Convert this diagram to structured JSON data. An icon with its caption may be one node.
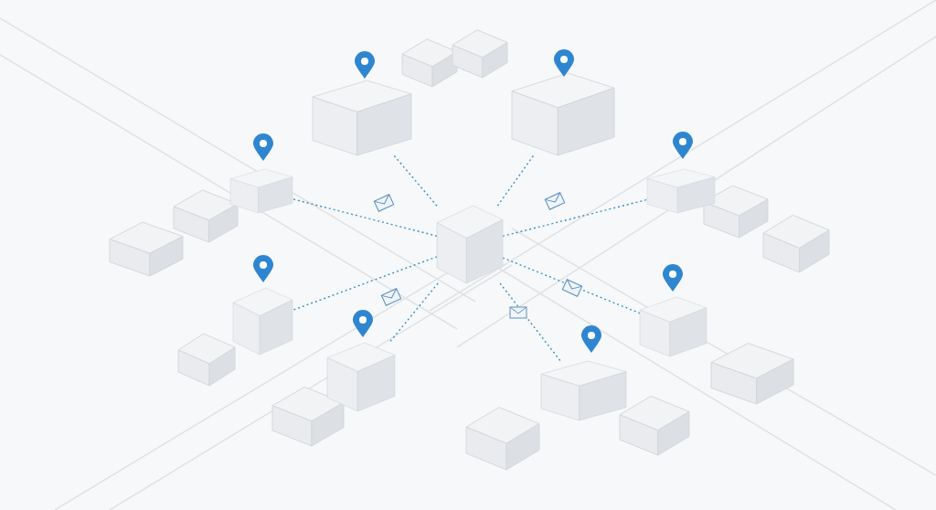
{
  "diagram": {
    "nodes": [
      {
        "text": [],
        "shape": "box"
      },
      {
        "text": [],
        "shape": "box"
      },
      {
        "text": [],
        "shape": "box"
      },
      {
        "text": [],
        "shape": "box"
      },
      {
        "text": [],
        "shape": "box"
      },
      {
        "text": [],
        "shape": "box"
      },
      {
        "text": [],
        "shape": "box"
      },
      {
        "text": [],
        "shape": "box"
      },
      {
        "text": [],
        "shape": "box"
      }
    ],
    "edges": [
      {
        "from": 4,
        "to": 0,
        "arrow": "none",
        "style": "dashed"
      },
      {
        "from": 4,
        "to": 1,
        "arrow": "none",
        "style": "dashed"
      },
      {
        "from": 4,
        "to": 2,
        "arrow": "none",
        "style": "dashed"
      },
      {
        "from": 4,
        "to": 3,
        "arrow": "none",
        "style": "dashed"
      },
      {
        "from": 4,
        "to": 5,
        "arrow": "none",
        "style": "dashed"
      },
      {
        "from": 4,
        "to": 6,
        "arrow": "none",
        "style": "dashed"
      },
      {
        "from": 4,
        "to": 7,
        "arrow": "none",
        "style": "dashed"
      },
      {
        "from": 4,
        "to": 8,
        "arrow": "none",
        "style": "dashed"
      }
    ]
  }
}
